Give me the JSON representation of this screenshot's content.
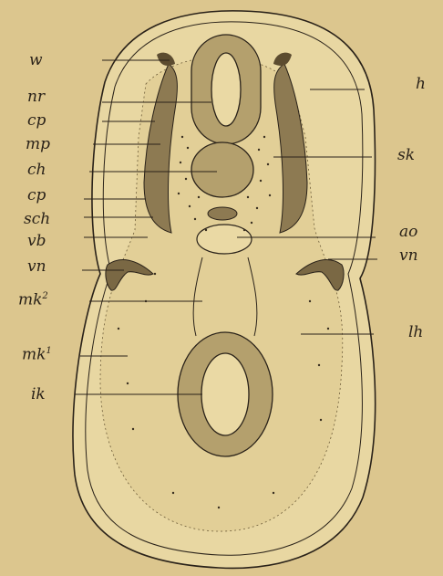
{
  "colors": {
    "background": "#dcc68e",
    "ink": "#2a2219",
    "tissue_light": "#e6d49d",
    "tissue_dark": "#8d7a52",
    "ring": "#b4a06d"
  },
  "labels_left": [
    {
      "id": "w",
      "text": "w"
    },
    {
      "id": "nr",
      "text": "nr"
    },
    {
      "id": "cp1",
      "text": "cp"
    },
    {
      "id": "mp",
      "text": "mp"
    },
    {
      "id": "ch",
      "text": "ch"
    },
    {
      "id": "cp2",
      "text": "cp"
    },
    {
      "id": "sch",
      "text": "sch"
    },
    {
      "id": "vb",
      "text": "vb"
    },
    {
      "id": "vn-left",
      "text": "vn"
    },
    {
      "id": "mk2",
      "text": "mk",
      "sup": "2"
    },
    {
      "id": "mk1",
      "text": "mk",
      "sup": "1"
    },
    {
      "id": "ik",
      "text": "ik"
    }
  ],
  "labels_right": [
    {
      "id": "h",
      "text": "h"
    },
    {
      "id": "sk",
      "text": "sk"
    },
    {
      "id": "ao",
      "text": "ao"
    },
    {
      "id": "vn-right",
      "text": "vn"
    },
    {
      "id": "lh",
      "text": "lh"
    }
  ]
}
